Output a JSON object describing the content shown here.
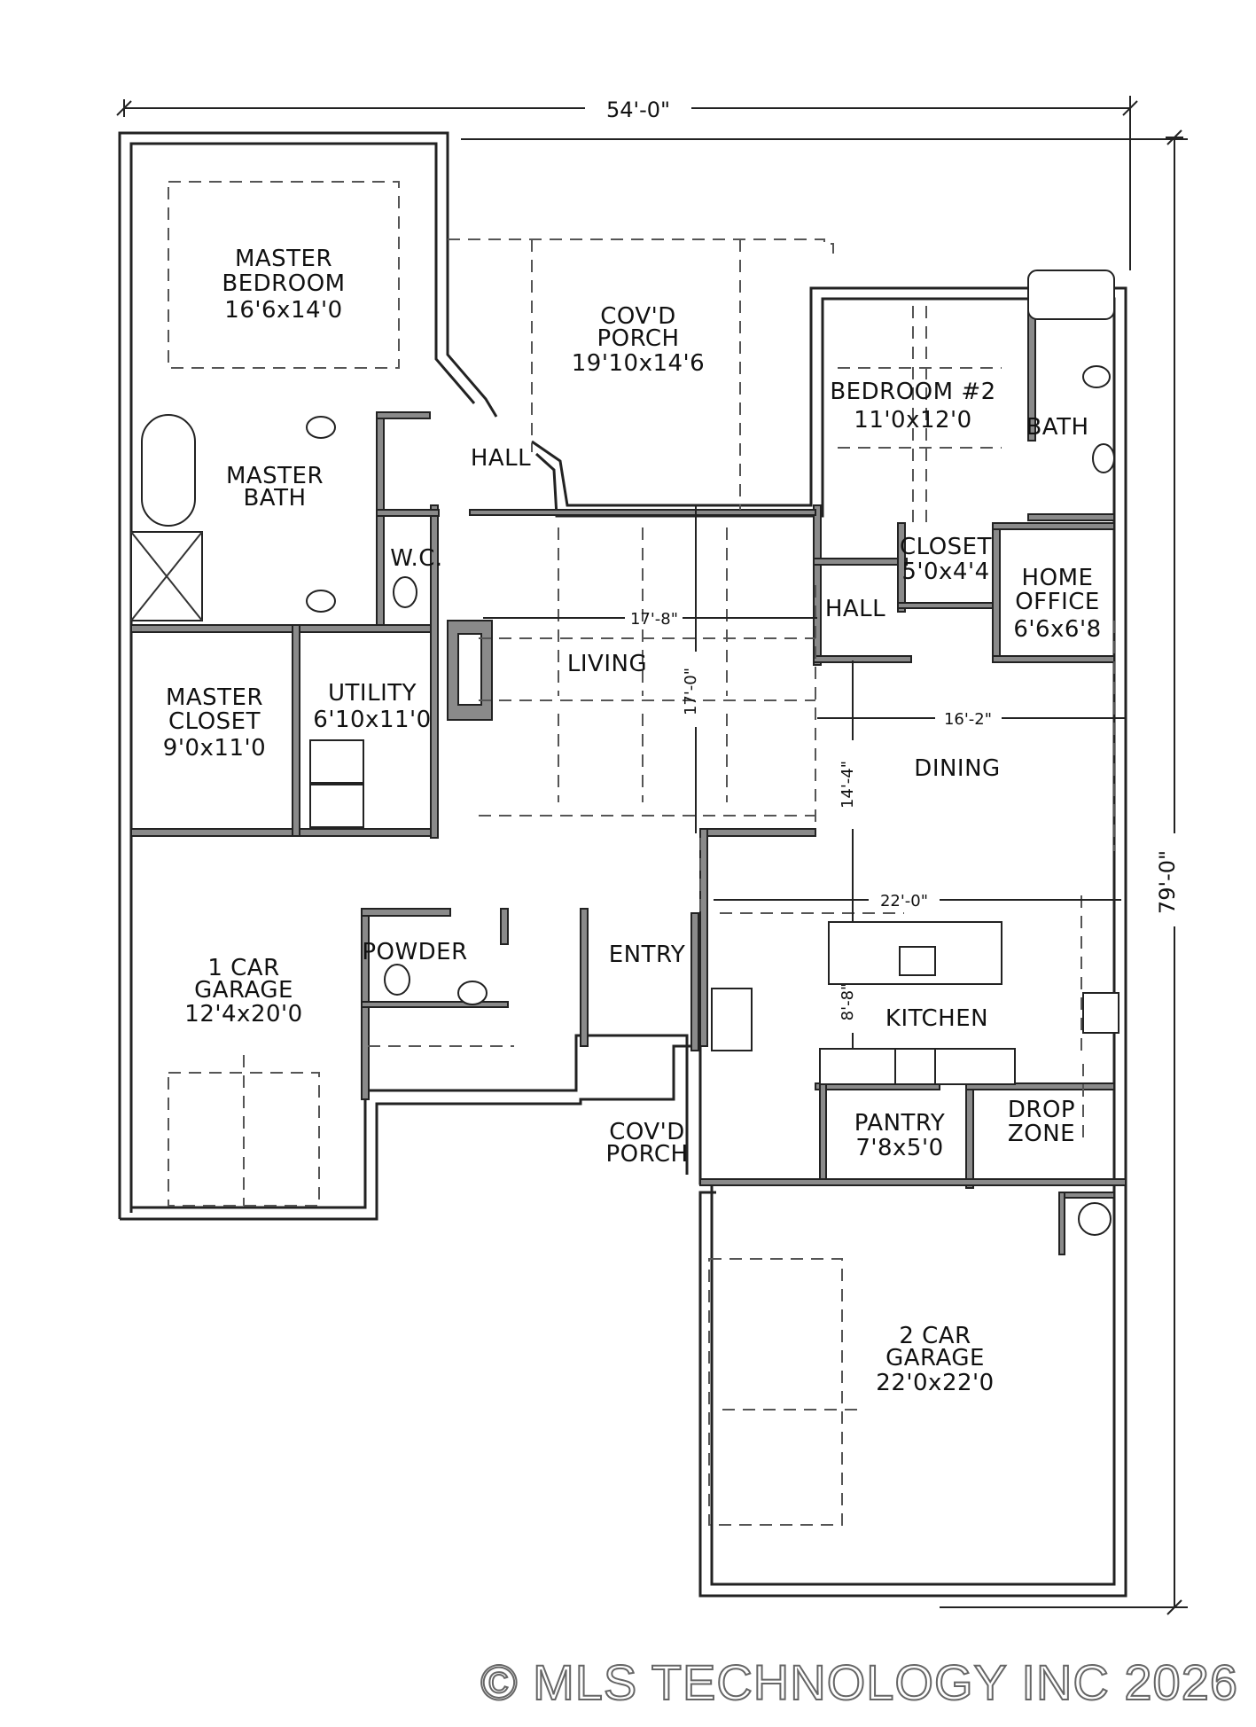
{
  "dimensions": {
    "overall_width": "54'-0\"",
    "overall_depth": "79'-0\"",
    "living_width": "17'-8\"",
    "living_depth": "17'-0\"",
    "dining_width": "16'-2\"",
    "dining_depth": "14'-4\"",
    "kitchen_width": "22'-0\"",
    "kitchen_depth": "8'-8\""
  },
  "rooms": {
    "master_bedroom": {
      "name": "MASTER BEDROOM",
      "line1": "MASTER",
      "line2": "BEDROOM",
      "size": "16'6x14'0"
    },
    "covd_porch_rear": {
      "line1": "COV'D",
      "line2": "PORCH",
      "size": "19'10x14'6"
    },
    "bedroom2": {
      "name": "BEDROOM #2",
      "size": "11'0x12'0"
    },
    "bath": {
      "name": "BATH"
    },
    "master_bath": {
      "line1": "MASTER",
      "line2": "BATH"
    },
    "hall_top": {
      "name": "HALL"
    },
    "wc": {
      "name": "W.C."
    },
    "closet": {
      "name": "CLOSET",
      "size": "5'0x4'4"
    },
    "hall_right": {
      "name": "HALL"
    },
    "home_office": {
      "line1": "HOME",
      "line2": "OFFICE",
      "size": "6'6x6'8"
    },
    "living": {
      "name": "LIVING"
    },
    "master_closet": {
      "line1": "MASTER",
      "line2": "CLOSET",
      "size": "9'0x11'0"
    },
    "utility": {
      "name": "UTILITY",
      "size": "6'10x11'0"
    },
    "dining": {
      "name": "DINING"
    },
    "garage1": {
      "line1": "1 CAR",
      "line2": "GARAGE",
      "size": "12'4x20'0"
    },
    "powder": {
      "name": "POWDER"
    },
    "entry": {
      "name": "ENTRY"
    },
    "kitchen": {
      "name": "KITCHEN"
    },
    "pantry": {
      "name": "PANTRY",
      "size": "7'8x5'0"
    },
    "drop_zone": {
      "line1": "DROP",
      "line2": "ZONE"
    },
    "covd_porch_front": {
      "line1": "COV'D",
      "line2": "PORCH"
    },
    "garage2": {
      "line1": "2 CAR",
      "line2": "GARAGE",
      "size": "22'0x22'0"
    }
  },
  "watermark": "© MLS TECHNOLOGY INC 2026"
}
